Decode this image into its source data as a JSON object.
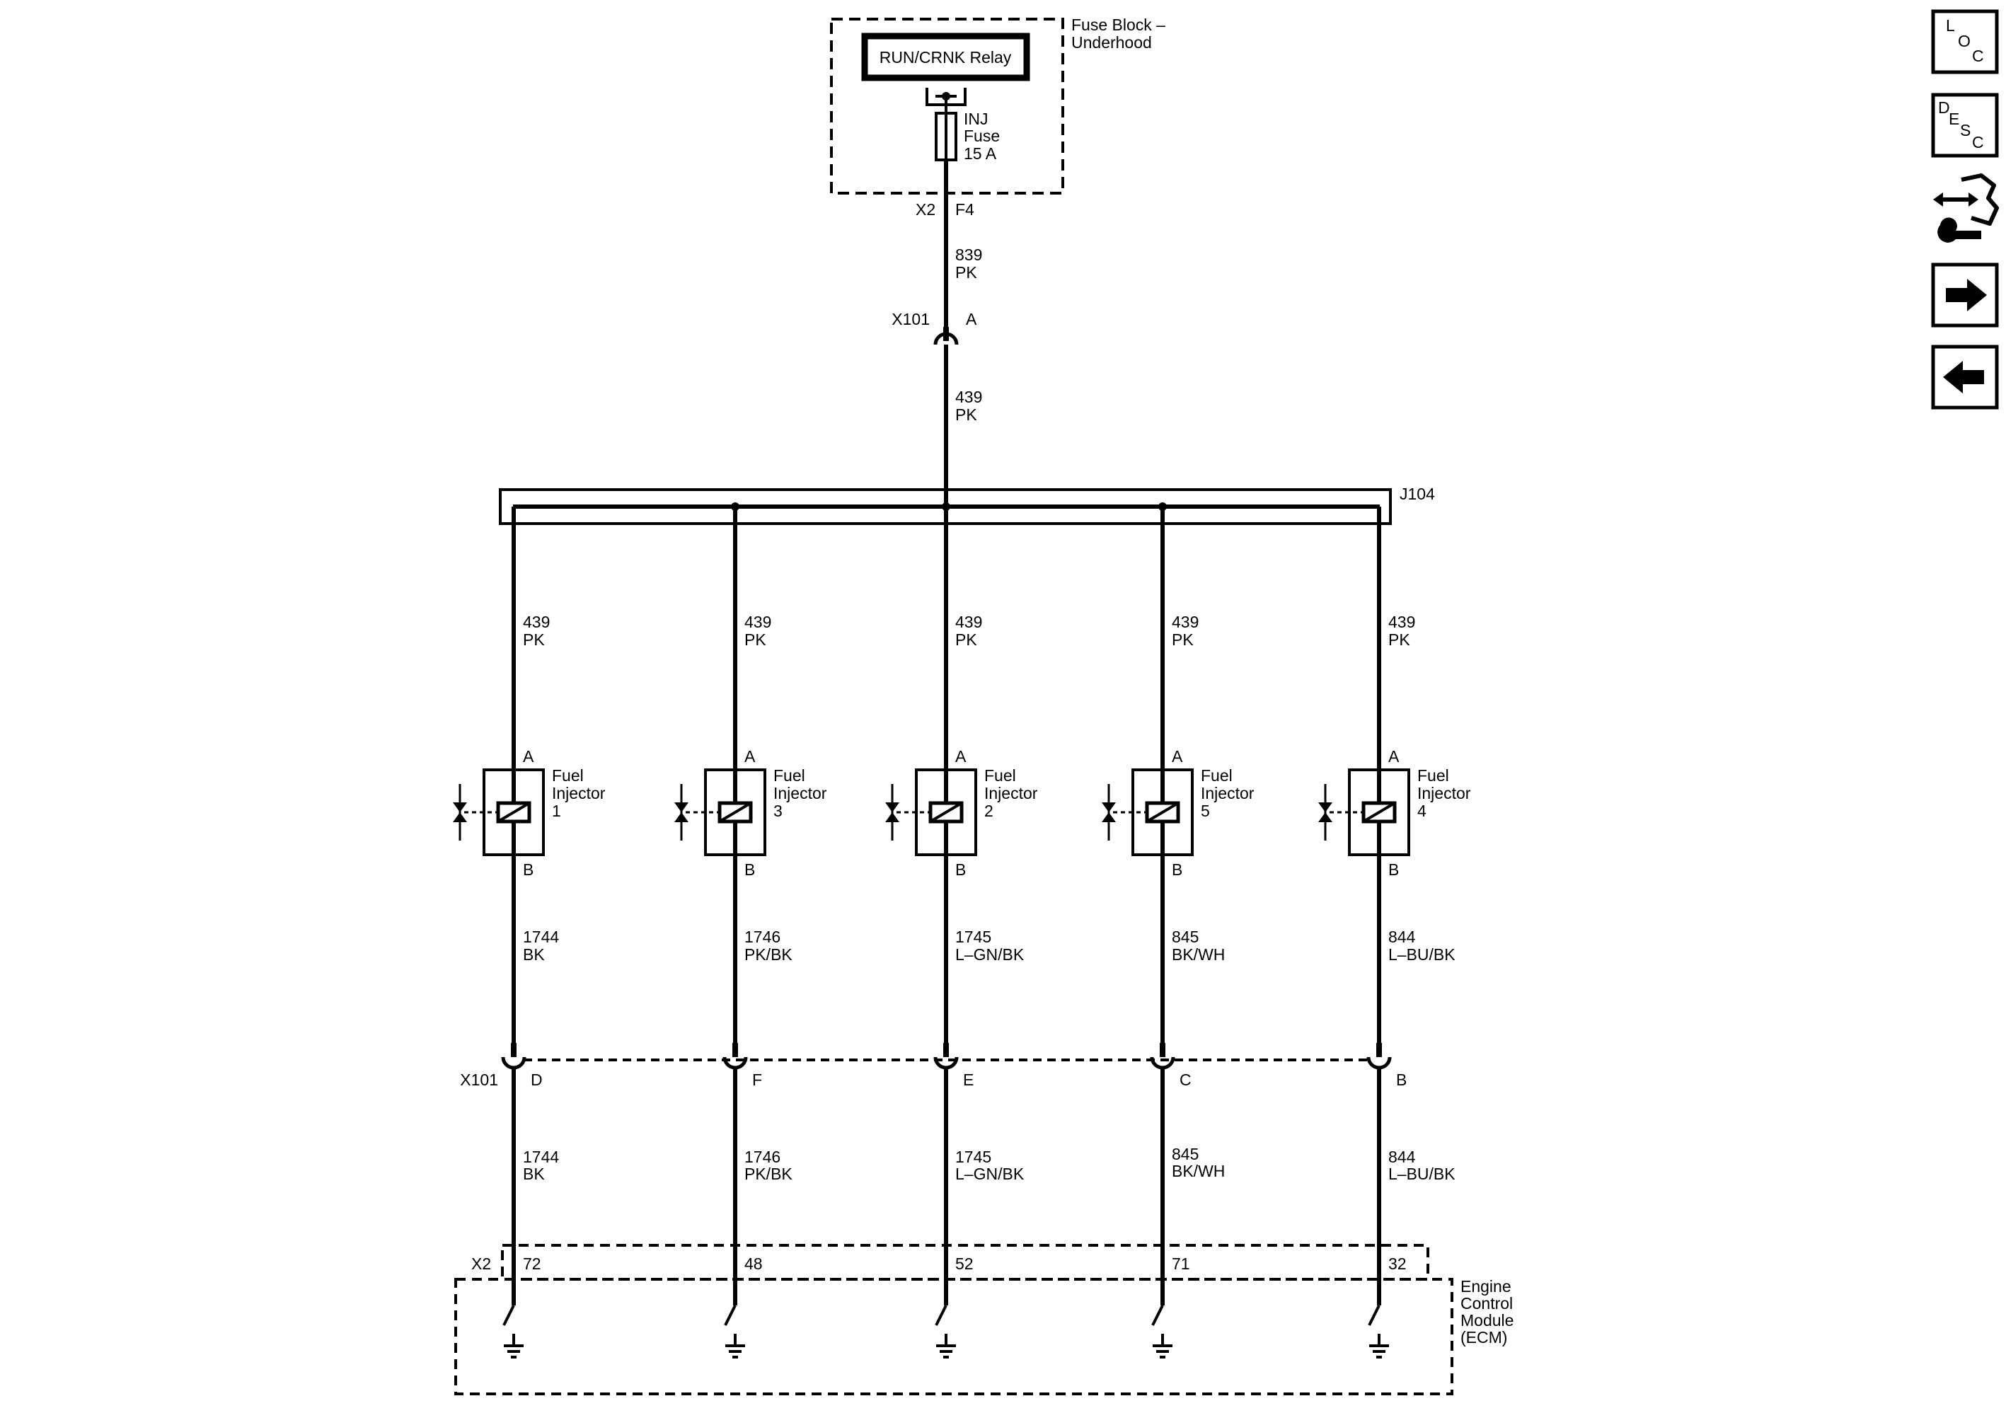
{
  "fuse_block": {
    "title_line1": "Fuse Block –",
    "title_line2": "Underhood",
    "relay_label": "RUN/CRNK Relay",
    "fuse_line1": "INJ",
    "fuse_line2": "Fuse",
    "fuse_line3": "15 A",
    "connector": "X2",
    "pin": "F4"
  },
  "feed_wire_upper": {
    "circuit": "839",
    "color": "PK"
  },
  "inline_connector_top": {
    "name": "X101",
    "pin": "A"
  },
  "feed_wire_lower": {
    "circuit": "439",
    "color": "PK"
  },
  "splice": {
    "name": "J104"
  },
  "injectors": [
    {
      "label_line1": "Fuel",
      "label_line2": "Injector",
      "number": "1",
      "pin_a": "A",
      "pin_b": "B",
      "supply_circuit": "439",
      "supply_color": "PK",
      "control_circuit": "1744",
      "control_color": "BK",
      "x101_pin": "D",
      "ecm_pin": "72"
    },
    {
      "label_line1": "Fuel",
      "label_line2": "Injector",
      "number": "3",
      "pin_a": "A",
      "pin_b": "B",
      "supply_circuit": "439",
      "supply_color": "PK",
      "control_circuit": "1746",
      "control_color": "PK/BK",
      "x101_pin": "F",
      "ecm_pin": "48"
    },
    {
      "label_line1": "Fuel",
      "label_line2": "Injector",
      "number": "2",
      "pin_a": "A",
      "pin_b": "B",
      "supply_circuit": "439",
      "supply_color": "PK",
      "control_circuit": "1745",
      "control_color": "L–GN/BK",
      "x101_pin": "E",
      "ecm_pin": "52"
    },
    {
      "label_line1": "Fuel",
      "label_line2": "Injector",
      "number": "5",
      "pin_a": "A",
      "pin_b": "B",
      "supply_circuit": "439",
      "supply_color": "PK",
      "control_circuit": "845",
      "control_color": "BK/WH",
      "x101_pin": "C",
      "ecm_pin": "71"
    },
    {
      "label_line1": "Fuel",
      "label_line2": "Injector",
      "number": "4",
      "pin_a": "A",
      "pin_b": "B",
      "supply_circuit": "439",
      "supply_color": "PK",
      "control_circuit": "844",
      "control_color": "L–BU/BK",
      "x101_pin": "B",
      "ecm_pin": "32"
    }
  ],
  "inline_connector_bottom": {
    "name": "X101"
  },
  "ecm": {
    "connector": "X2",
    "line1": "Engine",
    "line2": "Control",
    "line3": "Module",
    "line4": "(ECM)"
  },
  "nav": {
    "loc": {
      "l1": "L",
      "l2": "O",
      "l3": "C"
    },
    "desc": {
      "l1": "D",
      "l2": "E",
      "l3": "S",
      "l4": "C"
    },
    "icons": [
      "connector-end-view-icon",
      "next-arrow-icon",
      "previous-arrow-icon"
    ]
  }
}
